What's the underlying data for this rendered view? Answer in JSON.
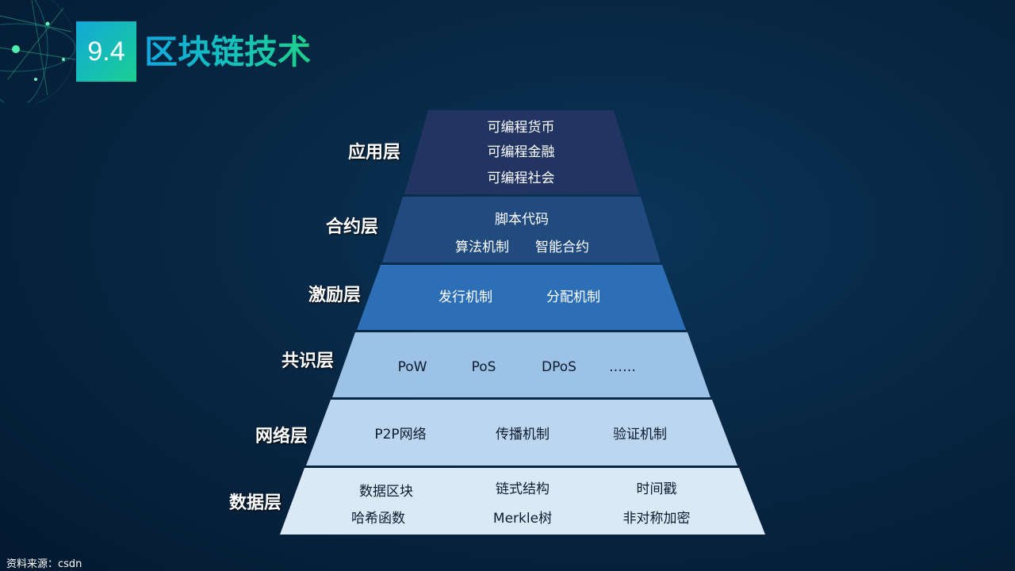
{
  "header": {
    "number": "9.4",
    "title": "区块链技术"
  },
  "layers": [
    {
      "label": "应用层",
      "fill": "#223562",
      "items": [
        "可编程货币",
        "可编程金融",
        "可编程社会"
      ]
    },
    {
      "label": "合约层",
      "fill": "#214b7f",
      "items": [
        "脚本代码",
        "算法机制",
        "智能合约"
      ]
    },
    {
      "label": "激励层",
      "fill": "#2d6fb6",
      "items": [
        "发行机制",
        "分配机制"
      ]
    },
    {
      "label": "共识层",
      "fill": "#9cc2e6",
      "items": [
        "PoW",
        "PoS",
        "DPoS",
        "……"
      ]
    },
    {
      "label": "网络层",
      "fill": "#bcd6ef",
      "items": [
        "P2P网络",
        "传播机制",
        "验证机制"
      ]
    },
    {
      "label": "数据层",
      "fill": "#dbe9f7",
      "items": [
        "数据区块",
        "链式结构",
        "时间戳",
        "哈希函数",
        "Merkle树",
        "非对称加密"
      ]
    }
  ],
  "footer": {
    "source": "资料来源：csdn"
  }
}
